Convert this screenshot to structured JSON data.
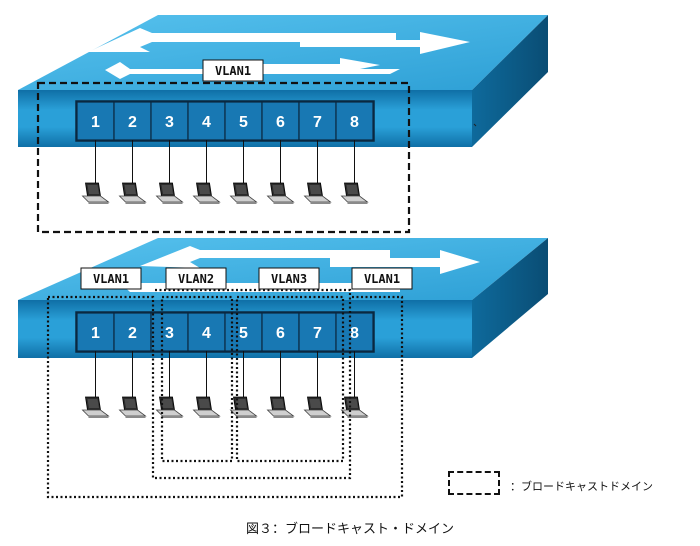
{
  "switch_top": {
    "ports": [
      "1",
      "2",
      "3",
      "4",
      "5",
      "6",
      "7",
      "8"
    ],
    "vlan_labels": [
      "VLAN1"
    ]
  },
  "switch_bottom": {
    "ports": [
      "1",
      "2",
      "3",
      "4",
      "5",
      "6",
      "7",
      "8"
    ],
    "vlan_labels": [
      "VLAN1",
      "VLAN2",
      "VLAN3",
      "VLAN1"
    ]
  },
  "legend": {
    "text": "：ブロードキャストドメイン"
  },
  "caption": "図３：ブロードキャスト・ドメイン",
  "colors": {
    "switch_face": "#1d8dc6",
    "switch_top": "#49b7e6",
    "switch_side": "#0c5f8f",
    "port_fill": "#1878b3",
    "port_border": "#0a2840",
    "arrow": "#ffffff",
    "line": "#111111"
  }
}
